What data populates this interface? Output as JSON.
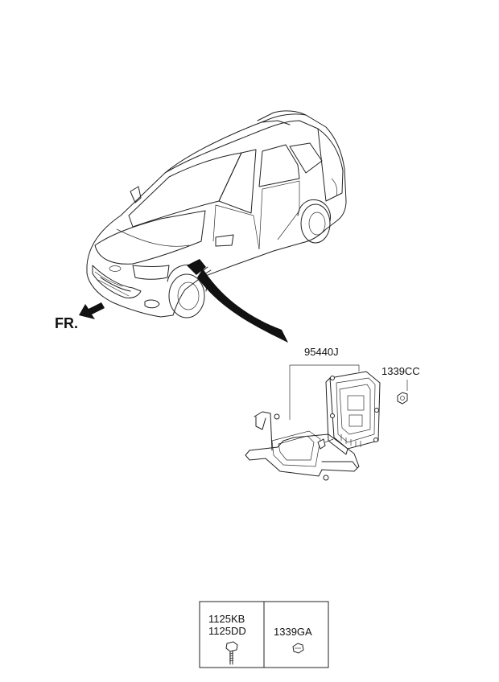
{
  "labels": {
    "front_arrow": "FR.",
    "ecu_part": "95440J",
    "nut_part": "1339CC",
    "bolt_part_1": "1125KB",
    "bolt_part_2": "1125DD",
    "nut_part_2": "1339GA"
  },
  "icons": {
    "vehicle": "car-illustration-icon",
    "front_direction": "arrow-left-down-icon",
    "module": "ecu-module-icon",
    "bracket": "bracket-icon",
    "bolt": "bolt-icon",
    "nut": "nut-icon"
  }
}
